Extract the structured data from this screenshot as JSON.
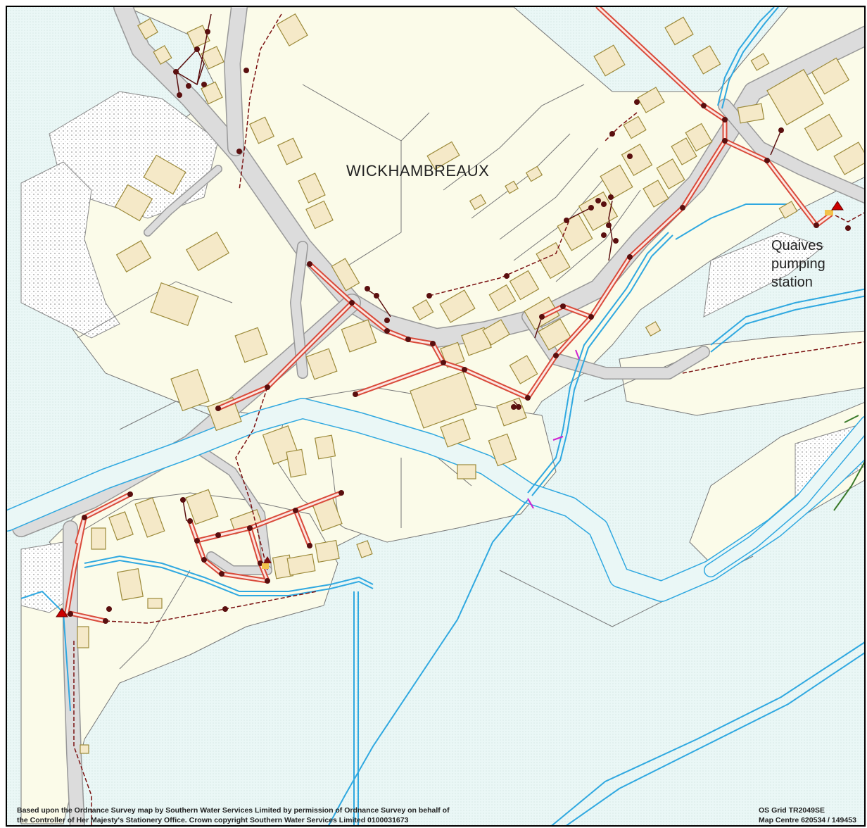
{
  "map": {
    "place_name": "WICKHAMBREAUX",
    "pumping_station_label": "Quaives\npumping\nstation",
    "copyright_text": "Based upon the Ordnance Survey map by Southern Water Services Limited by permission of Ordnance Survey on behalf of\nthe Controller of Her Majesty's Stationery Office. Crown copyright Southern Water Services Limited 0100031673",
    "grid_text": "OS Grid TR2049SE\nMap Centre 620534 / 149453"
  },
  "colors": {
    "background": "#eaf7f6",
    "field": "#fbfbe9",
    "road": "#dcdcdc",
    "building": "#f5e9c8",
    "building_outline": "#9c8a3a",
    "river": "#2fa8e0",
    "sewer_main": "#d94a3a",
    "manhole": "#5a0f0f",
    "rising_main": "#7a1010",
    "pumping_station": "#cc0000"
  },
  "icons": {
    "manhole": "filled-circle",
    "pumping_station": "triangle-icon"
  }
}
